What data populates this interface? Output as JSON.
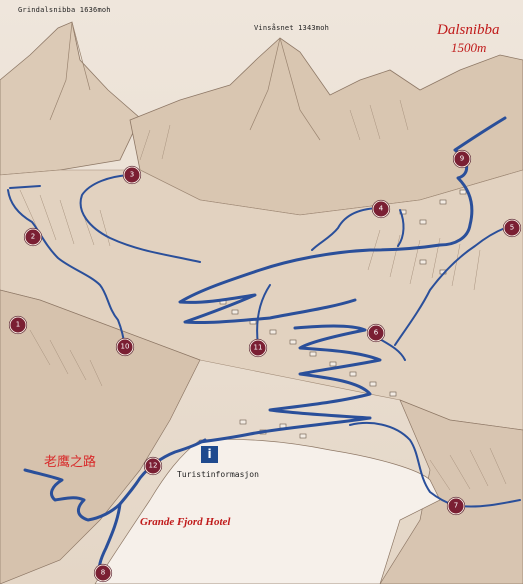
{
  "peaks": {
    "left_peak": "Grindalsnibba 1636moh",
    "center_peak": "Vinsåsnet 1343moh",
    "top_right_name": "Dalsnibba",
    "top_right_elev": "1500m"
  },
  "labels": {
    "eagle_road": "老鹰之路",
    "tourist_info": "Turistinformasjon",
    "hotel": "Grande Fjord Hotel",
    "info_symbol": "i"
  },
  "markers": [
    "1",
    "2",
    "3",
    "4",
    "5",
    "6",
    "7",
    "8",
    "9",
    "10",
    "11",
    "12"
  ],
  "colors": {
    "route": "#2a4f9a",
    "marker": "#7a1f33",
    "label_red": "#c01a1a",
    "fjord": "#f6f0ea"
  }
}
